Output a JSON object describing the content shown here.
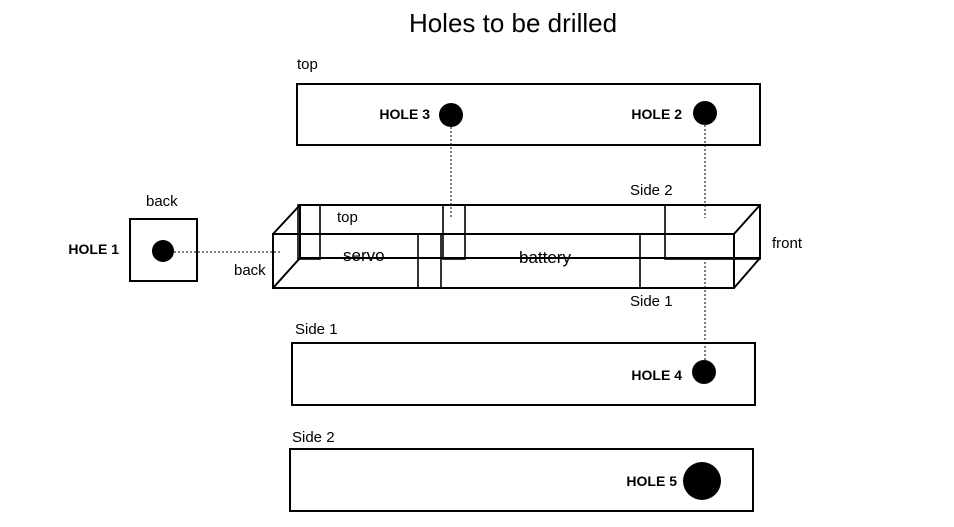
{
  "title": "Holes to be drilled",
  "panels": {
    "top": "top",
    "back": "back",
    "side1": "Side 1",
    "side2": "Side 2"
  },
  "model_labels": {
    "top": "top",
    "back": "back",
    "servo": "servo",
    "battery": "battery",
    "side1": "Side 1",
    "side2": "Side 2",
    "front": "front"
  },
  "holes": {
    "hole1": "HOLE 1",
    "hole2": "HOLE 2",
    "hole3": "HOLE 3",
    "hole4": "HOLE 4",
    "hole5": "HOLE 5"
  }
}
